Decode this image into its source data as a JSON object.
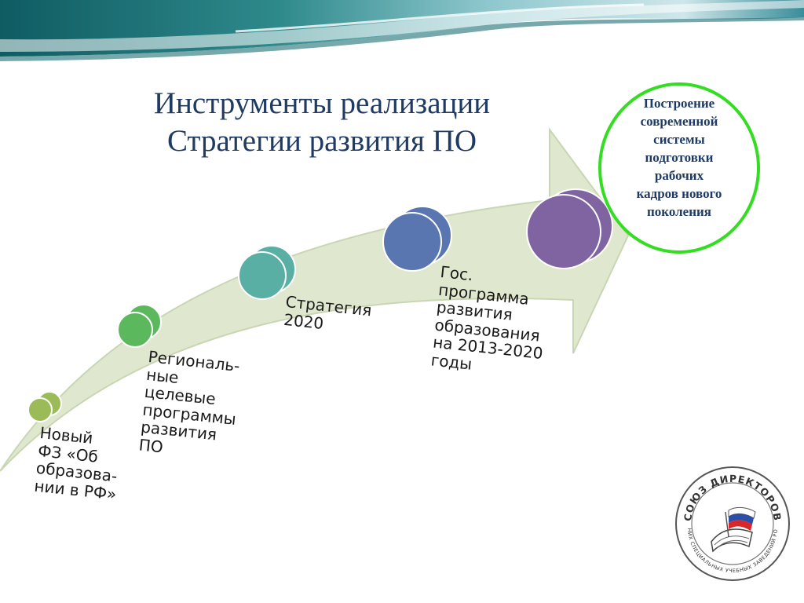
{
  "title": {
    "line1": "Инструменты  реализации",
    "line2": "Стратегии развития ПО"
  },
  "steps": [
    {
      "lines": [
        "Новый",
        "ФЗ «Об",
        "образова-",
        "нии в РФ»"
      ],
      "color": "#9bbb59"
    },
    {
      "lines": [
        "Региональ-",
        "ные",
        "целевые",
        "программы",
        "развития",
        "ПО"
      ],
      "color": "#5cb85c"
    },
    {
      "lines": [
        "Стратегия",
        "2020"
      ],
      "color": "#5aafa5"
    },
    {
      "lines": [
        "Гос.",
        "программа",
        "развития",
        "образования",
        "на 2013-2020",
        "годы"
      ],
      "color": "#5a76b0"
    },
    {
      "lines": [],
      "color": "#8064a2"
    }
  ],
  "goal": {
    "lines": [
      "Построение",
      "современной",
      "системы",
      "подготовки",
      "рабочих",
      "кадров нового",
      "поколения"
    ],
    "border_color": "#33dd22"
  },
  "colors": {
    "title": "#1f3b63",
    "arrow_fill": "#dfe8cf",
    "arrow_stroke": "#c9d6b3"
  },
  "logo": {
    "name": "seal-icon",
    "text_outer": "СОЮЗ ДИРЕКТОРОВ",
    "text_inner": "СРЕДНИХ СПЕЦИАЛЬНЫХ УЧЕБНЫХ ЗАВЕДЕНИЙ РОССИИ"
  }
}
